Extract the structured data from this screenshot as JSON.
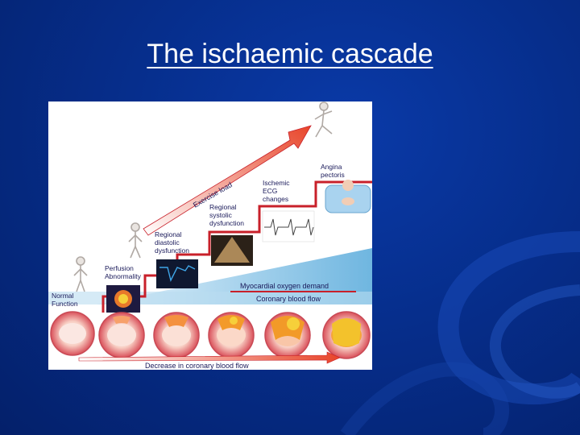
{
  "slide": {
    "title": "The ischaemic cascade"
  },
  "diagram": {
    "stages": [
      {
        "line1": "Normal",
        "line2": "Function",
        "line3": ""
      },
      {
        "line1": "Perfusion",
        "line2": "Abnormality",
        "line3": ""
      },
      {
        "line1": "Regional",
        "line2": "diastolic",
        "line3": "dysfunction"
      },
      {
        "line1": "Regional",
        "line2": "systolic",
        "line3": "dysfunction"
      },
      {
        "line1": "Ischemic",
        "line2": "ECG",
        "line3": "changes"
      },
      {
        "line1": "Angina",
        "line2": "pectoris",
        "line3": ""
      }
    ],
    "exercise_label": "Exercise load",
    "demand_label": "Myocardial oxygen demand",
    "flow_label": "Coronary blood flow",
    "decrease_label": "Decrease in coronary blood flow"
  },
  "colors": {
    "background": "#062e8c",
    "step_line": "#c8202a",
    "demand_wedge": "#8ec8e8"
  }
}
